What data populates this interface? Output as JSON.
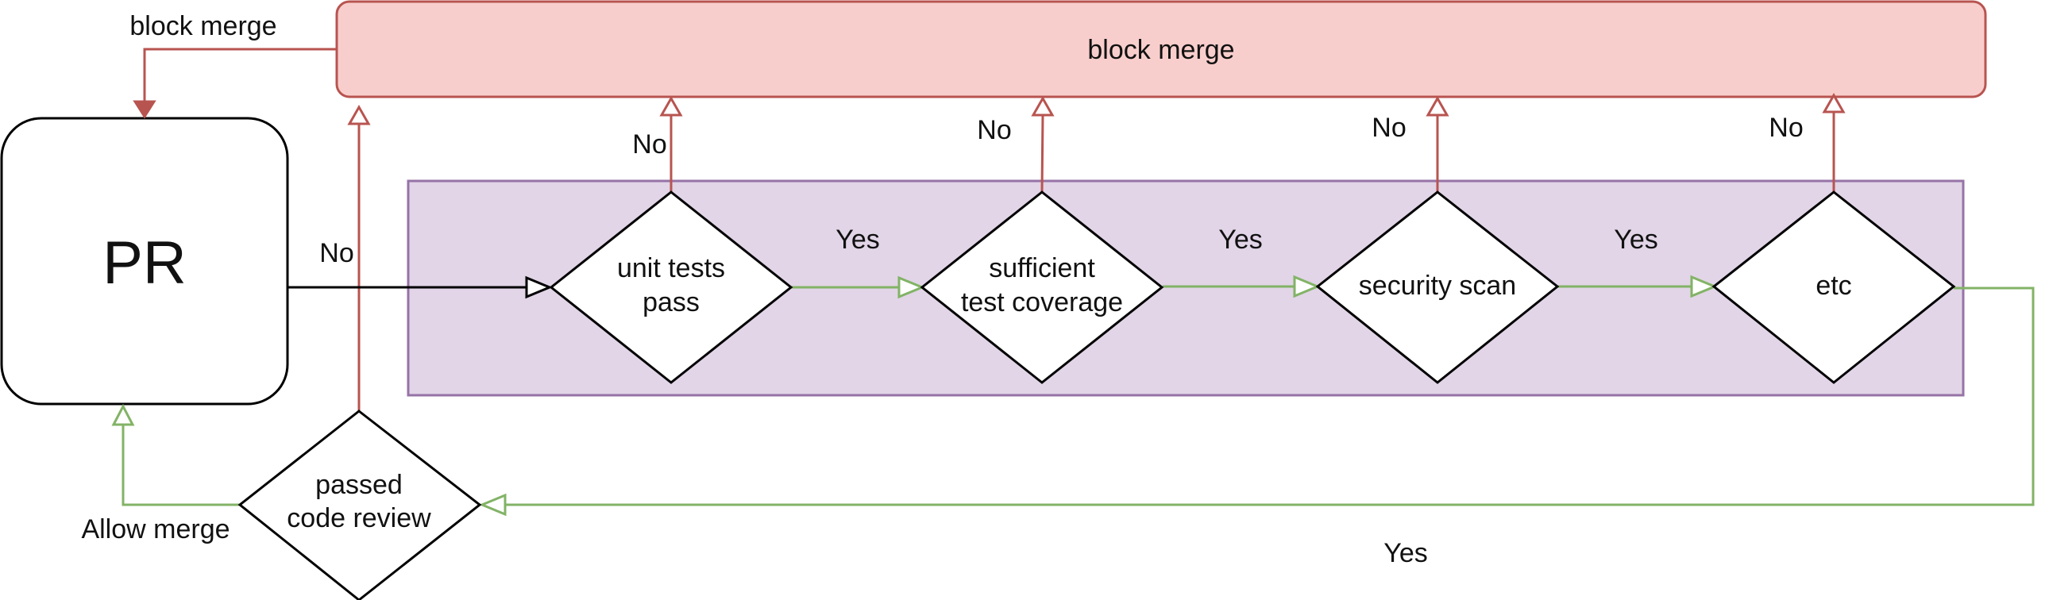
{
  "colors": {
    "block_fill": "#f8cecc",
    "block_stroke": "#b85450",
    "group_fill": "#e1d5e7",
    "group_stroke": "#9673a6",
    "yes_edge": "#82b366",
    "no_edge": "#b85450",
    "default_edge": "#000000"
  },
  "nodes": {
    "block_merge": "block merge",
    "pr": "PR",
    "unit_tests": [
      "unit tests",
      "pass"
    ],
    "coverage": [
      "sufficient",
      "test coverage"
    ],
    "security": "security scan",
    "etc": "etc",
    "code_review": [
      "passed",
      "code review"
    ]
  },
  "edge_labels": {
    "block_merge_top": "block merge",
    "pr_no": "No",
    "no_unit": "No",
    "no_coverage": "No",
    "no_security": "No",
    "no_etc": "No",
    "yes_1": "Yes",
    "yes_2": "Yes",
    "yes_3": "Yes",
    "yes_bottom": "Yes",
    "allow_merge": "Allow merge"
  }
}
